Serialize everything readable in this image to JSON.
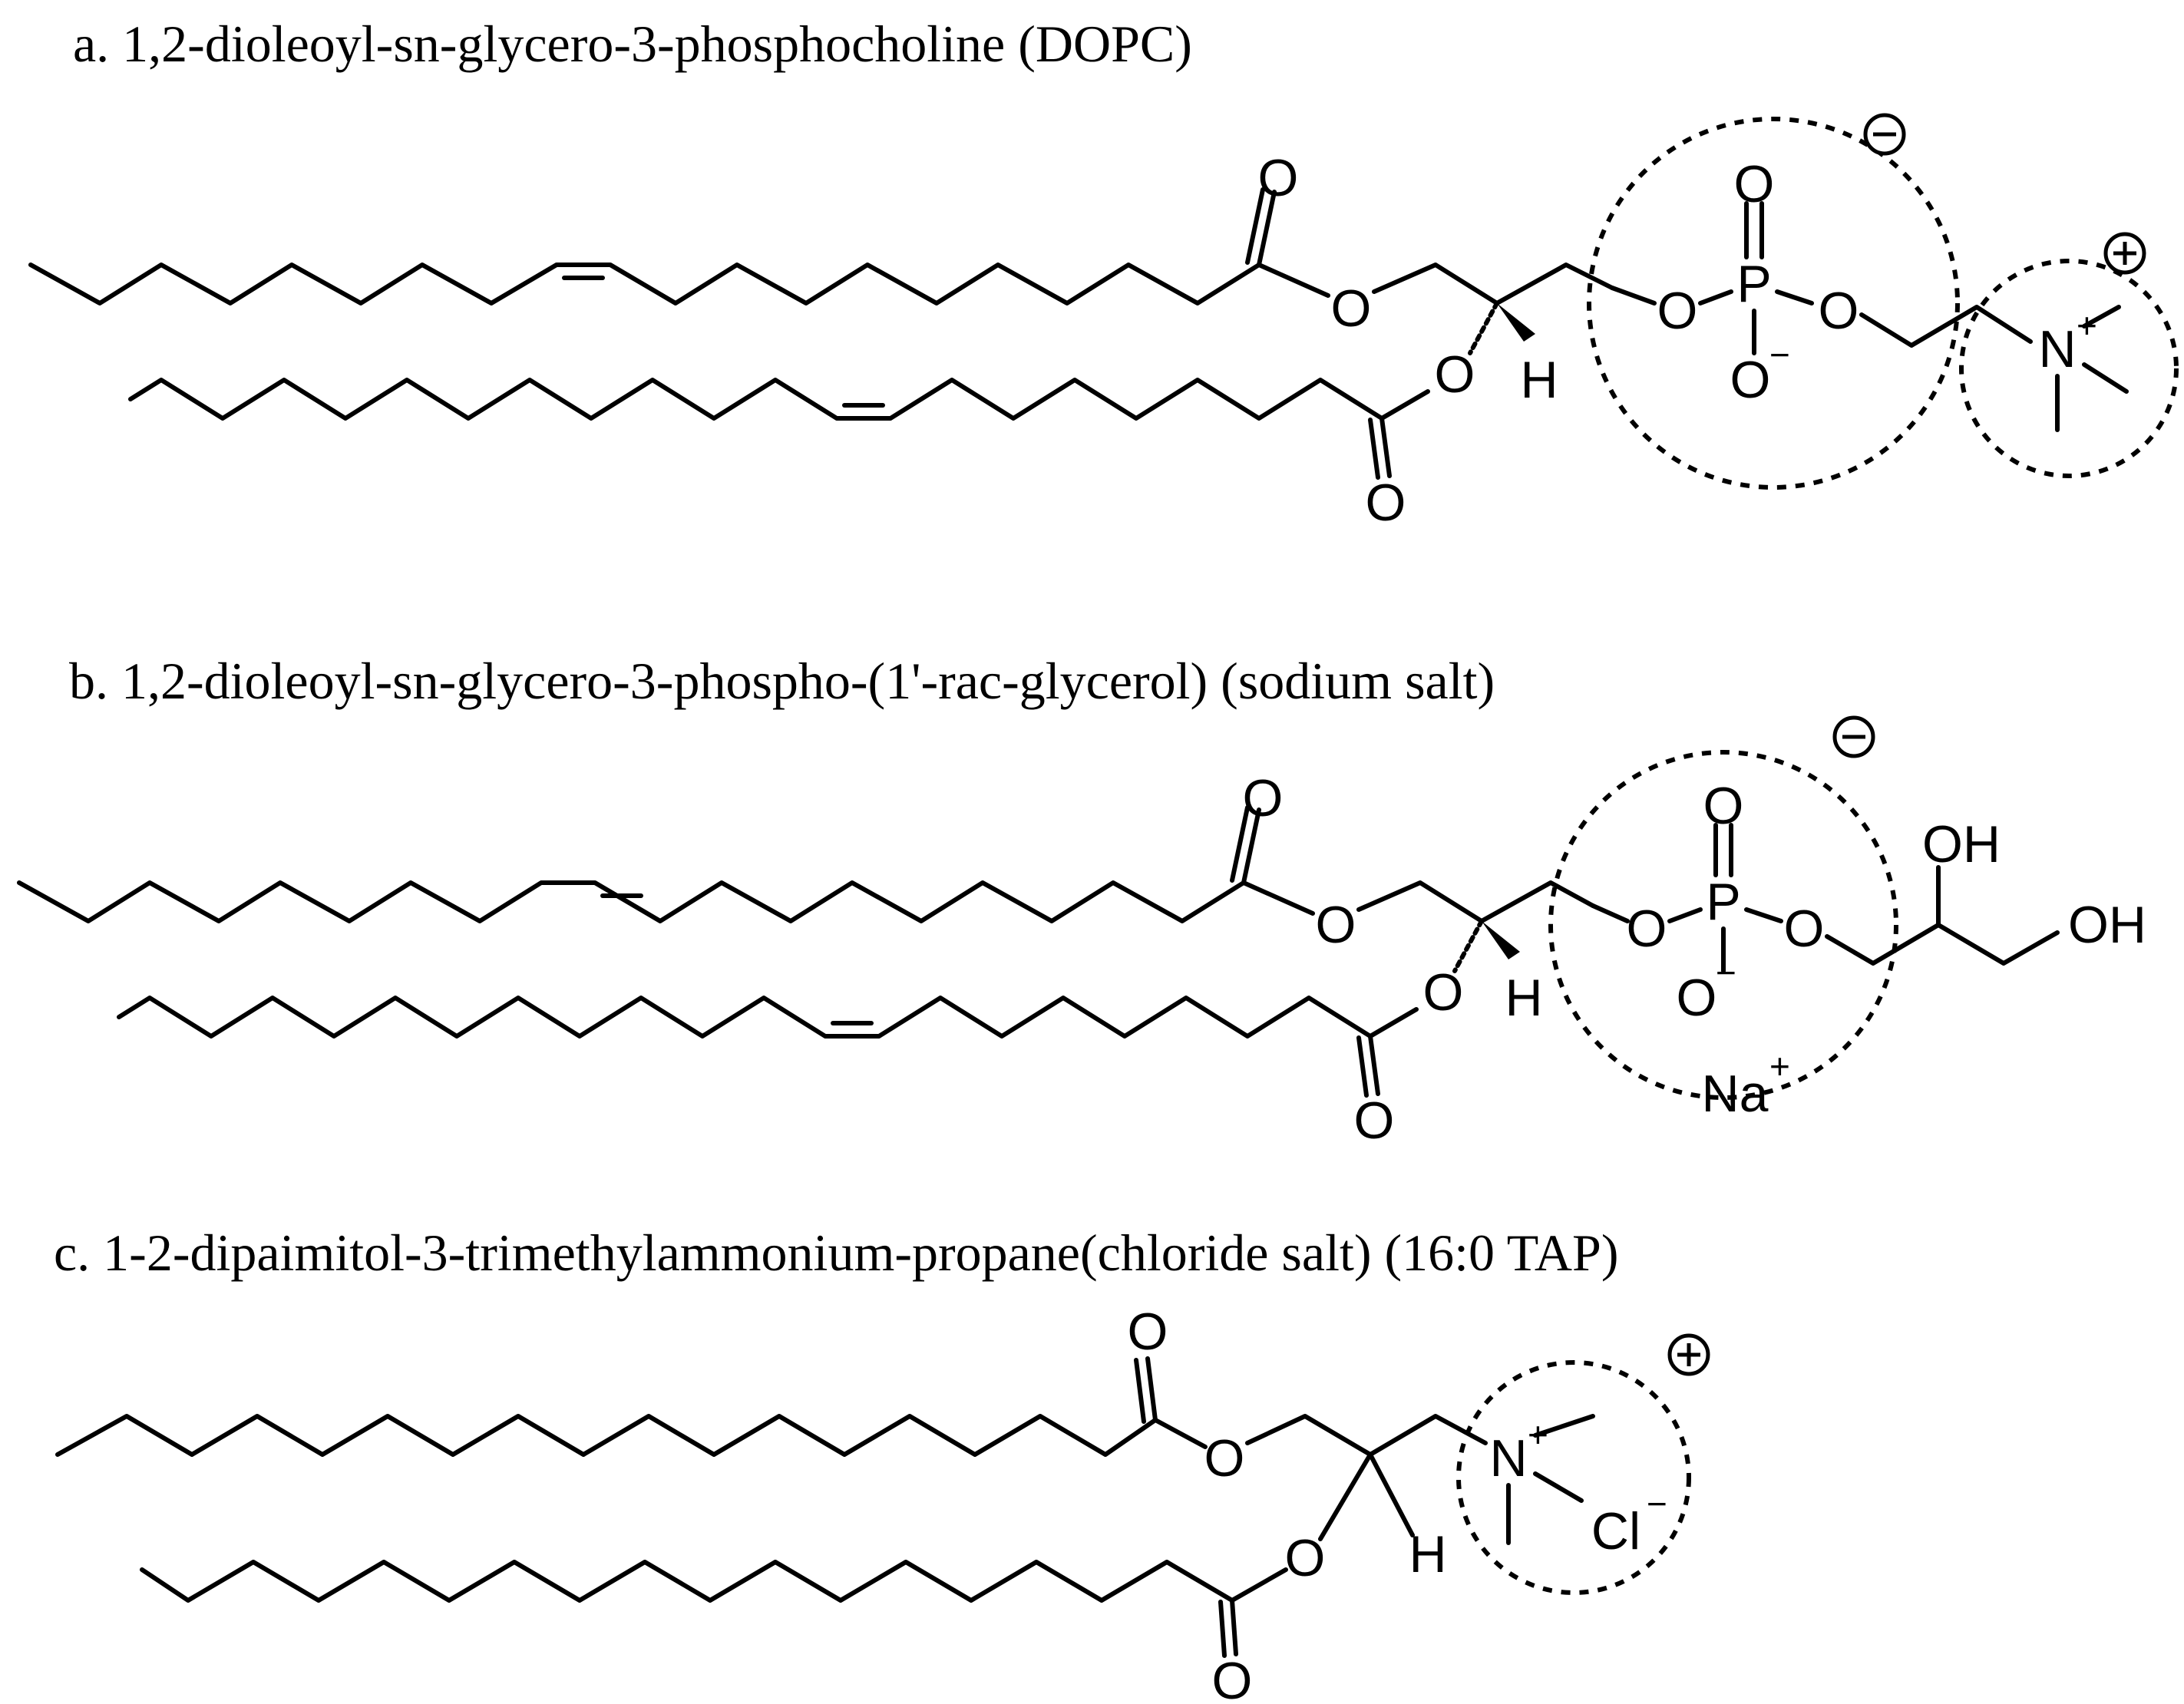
{
  "molecules": [
    {
      "title": "a.  1,2-dioleoyl-sn-glycero-3-phosphocholine   (DOPC)",
      "atoms": {
        "ester_o_top": "O",
        "ester_o_chain": "O",
        "ester2_o": "O",
        "ester2_o_low": "O",
        "h": "H",
        "p": "P",
        "p_o_top": "O",
        "p_o_left": "O",
        "p_o_right": "O",
        "p_o_bottom": "O",
        "p_o_minus": "−",
        "n": "N",
        "n_plus": "+"
      },
      "charges": [
        "minus",
        "plus"
      ]
    },
    {
      "title": "b.  1,2-dioleoyl-sn-glycero-3-phospho-(1'-rac-glycerol)   (sodium salt)",
      "atoms": {
        "ester_o_top": "O",
        "ester_o_chain": "O",
        "ester2_o": "O",
        "ester2_o_low": "O",
        "h": "H",
        "p": "P",
        "p_o_top": "O",
        "p_o_left": "O",
        "p_o_right": "O",
        "p_o_bottom": "O",
        "p_o_minus": "−",
        "oh1": "OH",
        "oh2": "OH",
        "na": "Na",
        "na_plus": "+"
      },
      "charges": [
        "minus"
      ]
    },
    {
      "title": "c.  1-2-dipaimitol-3-trimethylammonium-propane(chloride   salt) (16:0  TAP)",
      "atoms": {
        "ester_o_top": "O",
        "ester_o_chain": "O",
        "ester2_o": "O",
        "ester2_o_low": "O",
        "h": "H",
        "n": "N",
        "n_plus": "+",
        "cl": "Cl",
        "cl_minus": "−"
      },
      "charges": [
        "plus"
      ]
    }
  ]
}
